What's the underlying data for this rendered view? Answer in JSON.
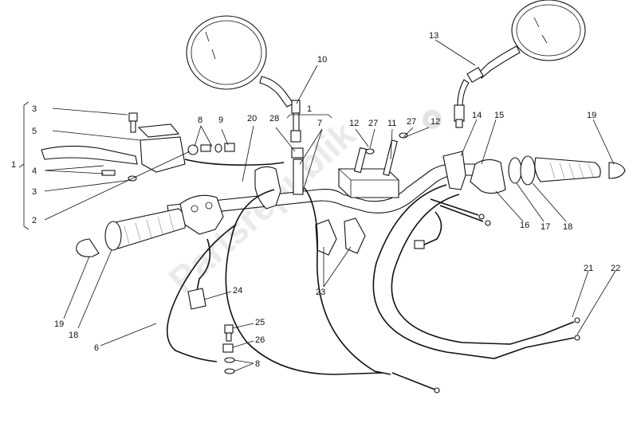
{
  "watermark": "Partsrepublik",
  "callouts": [
    {
      "id": "c-3a",
      "text": "3"
    },
    {
      "id": "c-5",
      "text": "5"
    },
    {
      "id": "c-1a",
      "text": "1"
    },
    {
      "id": "c-4",
      "text": "4"
    },
    {
      "id": "c-3b",
      "text": "3"
    },
    {
      "id": "c-2",
      "text": "2"
    },
    {
      "id": "c-8a",
      "text": "8"
    },
    {
      "id": "c-9",
      "text": "9"
    },
    {
      "id": "c-20",
      "text": "20"
    },
    {
      "id": "c-28",
      "text": "28"
    },
    {
      "id": "c-1b",
      "text": "1"
    },
    {
      "id": "c-7",
      "text": "7"
    },
    {
      "id": "c-10",
      "text": "10"
    },
    {
      "id": "c-12a",
      "text": "12"
    },
    {
      "id": "c-27a",
      "text": "27"
    },
    {
      "id": "c-11",
      "text": "11"
    },
    {
      "id": "c-27b",
      "text": "27"
    },
    {
      "id": "c-12b",
      "text": "12"
    },
    {
      "id": "c-13",
      "text": "13"
    },
    {
      "id": "c-14",
      "text": "14"
    },
    {
      "id": "c-15",
      "text": "15"
    },
    {
      "id": "c-19a",
      "text": "19"
    },
    {
      "id": "c-16",
      "text": "16"
    },
    {
      "id": "c-17",
      "text": "17"
    },
    {
      "id": "c-18a",
      "text": "18"
    },
    {
      "id": "c-24",
      "text": "24"
    },
    {
      "id": "c-23",
      "text": "23"
    },
    {
      "id": "c-21",
      "text": "21"
    },
    {
      "id": "c-22",
      "text": "22"
    },
    {
      "id": "c-25",
      "text": "25"
    },
    {
      "id": "c-26",
      "text": "26"
    },
    {
      "id": "c-8b",
      "text": "8"
    },
    {
      "id": "c-6",
      "text": "6"
    },
    {
      "id": "c-19b",
      "text": "19"
    },
    {
      "id": "c-18b",
      "text": "18"
    }
  ]
}
